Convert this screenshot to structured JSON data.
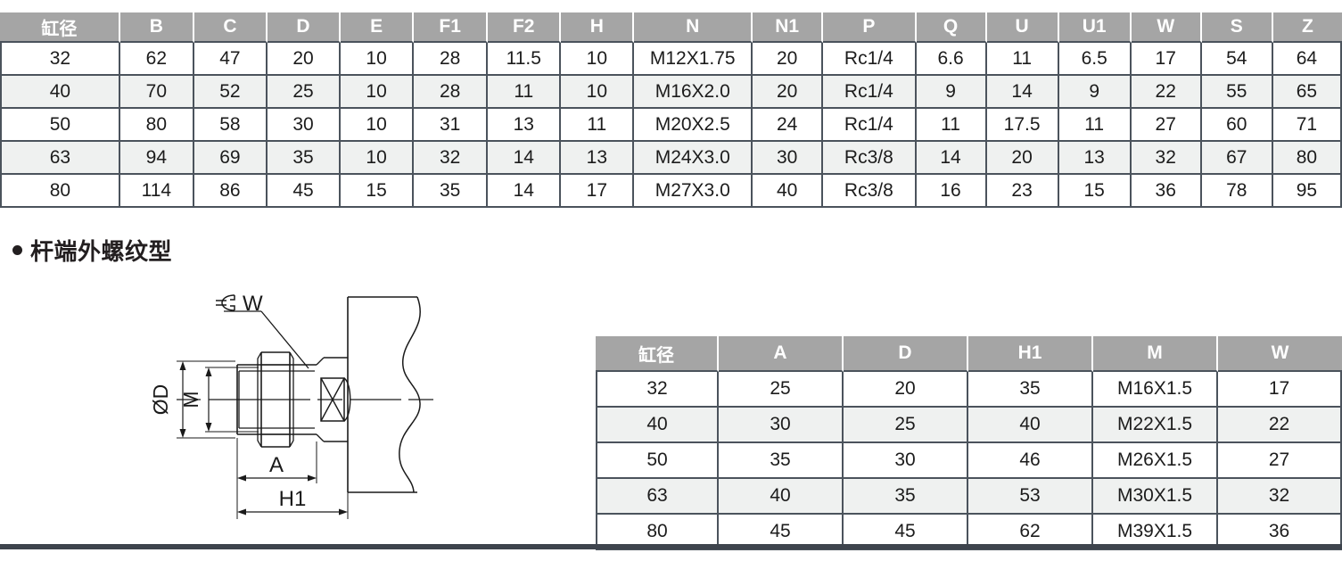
{
  "tables": {
    "main": {
      "name": "cylinder-dimension-table",
      "columns": [
        "缸径",
        "B",
        "C",
        "D",
        "E",
        "F1",
        "F2",
        "H",
        "N",
        "N1",
        "P",
        "Q",
        "U",
        "U1",
        "W",
        "S",
        "Z"
      ],
      "rows": [
        [
          "32",
          "62",
          "47",
          "20",
          "10",
          "28",
          "11.5",
          "10",
          "M12X1.75",
          "20",
          "Rc1/4",
          "6.6",
          "11",
          "6.5",
          "17",
          "54",
          "64"
        ],
        [
          "40",
          "70",
          "52",
          "25",
          "10",
          "28",
          "11",
          "10",
          "M16X2.0",
          "20",
          "Rc1/4",
          "9",
          "14",
          "9",
          "22",
          "55",
          "65"
        ],
        [
          "50",
          "80",
          "58",
          "30",
          "10",
          "31",
          "13",
          "11",
          "M20X2.5",
          "24",
          "Rc1/4",
          "11",
          "17.5",
          "11",
          "27",
          "60",
          "71"
        ],
        [
          "63",
          "94",
          "69",
          "35",
          "10",
          "32",
          "14",
          "13",
          "M24X3.0",
          "30",
          "Rc3/8",
          "14",
          "20",
          "13",
          "32",
          "67",
          "80"
        ],
        [
          "80",
          "114",
          "86",
          "45",
          "15",
          "35",
          "14",
          "17",
          "M27X3.0",
          "40",
          "Rc3/8",
          "16",
          "23",
          "15",
          "36",
          "78",
          "95"
        ]
      ]
    },
    "rod": {
      "name": "rod-end-male-thread-table",
      "columns": [
        "缸径",
        "A",
        "D",
        "H1",
        "M",
        "W"
      ],
      "rows": [
        [
          "32",
          "25",
          "20",
          "35",
          "M16X1.5",
          "17"
        ],
        [
          "40",
          "30",
          "25",
          "40",
          "M22X1.5",
          "22"
        ],
        [
          "50",
          "35",
          "30",
          "46",
          "M26X1.5",
          "27"
        ],
        [
          "63",
          "40",
          "35",
          "53",
          "M30X1.5",
          "32"
        ],
        [
          "80",
          "45",
          "45",
          "62",
          "M39X1.5",
          "36"
        ]
      ]
    }
  },
  "section": {
    "heading": "杆端外螺纹型"
  },
  "drawing": {
    "labels": {
      "wrench": "W",
      "diameter": "ØD",
      "thread": "M",
      "length_a": "A",
      "length_h1": "H1"
    }
  },
  "colors": {
    "header_gray": "#a5a5a5",
    "border_dark": "#4b535c",
    "row_alt": "#eff1f0",
    "rule": "#3e444d",
    "text": "#1c1c1c",
    "heading_text": "#231f20"
  }
}
